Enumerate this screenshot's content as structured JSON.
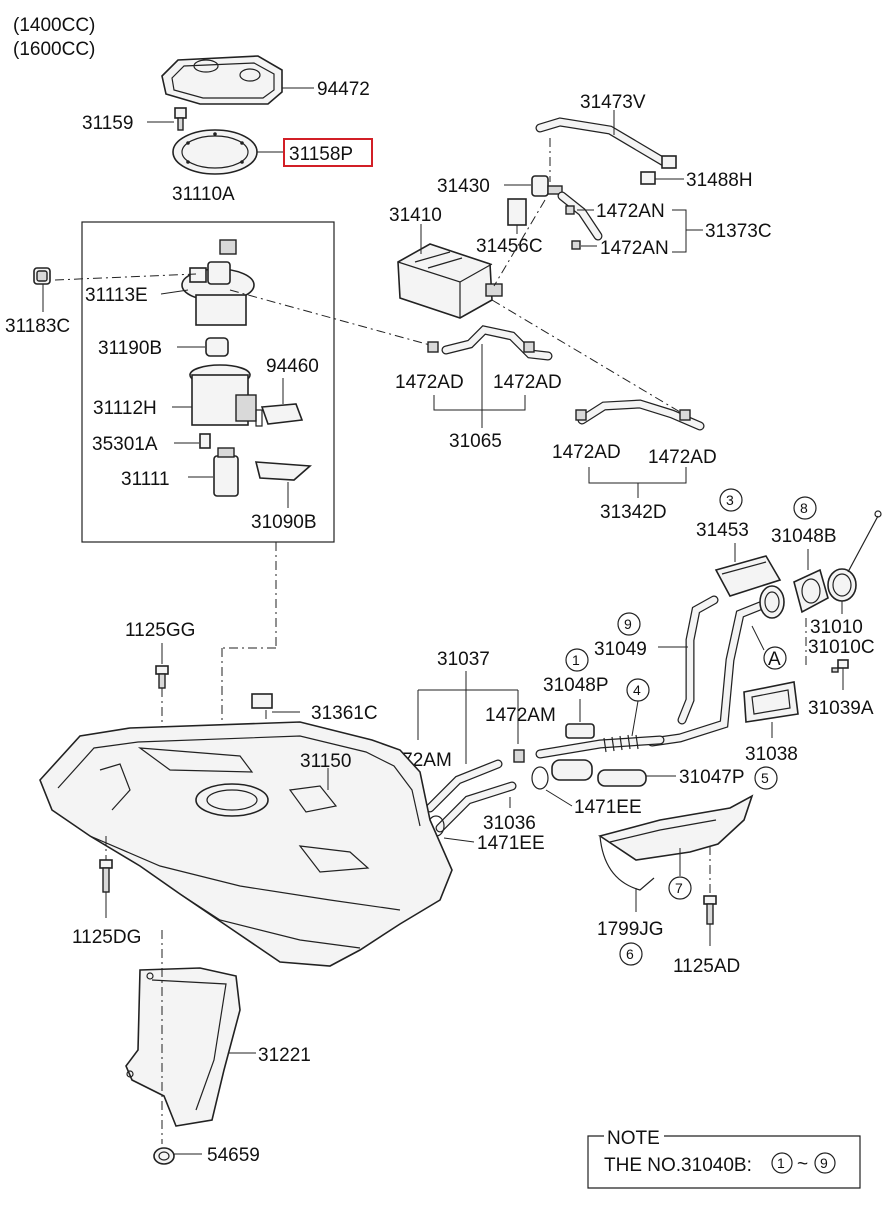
{
  "header": {
    "engine_1": "(1400CC)",
    "engine_2": "(1600CC)"
  },
  "highlighted_part": "31158P",
  "labels": {
    "p94472": "94472",
    "p31159": "31159",
    "p31158P": "31158P",
    "p31110A": "31110A",
    "p31183C": "31183C",
    "p31113E": "31113E",
    "p31190B": "31190B",
    "p94460": "94460",
    "p31112H": "31112H",
    "p35301A": "35301A",
    "p31111": "31111",
    "p31090B": "31090B",
    "p31473V": "31473V",
    "p31488H": "31488H",
    "p31430": "31430",
    "p31410": "31410",
    "p1472AN_a": "1472AN",
    "p1472AN_b": "1472AN",
    "p31373C": "31373C",
    "p31456C": "31456C",
    "p1472AD_a": "1472AD",
    "p1472AD_b": "1472AD",
    "p31065": "31065",
    "p1472AD_c": "1472AD",
    "p1472AD_d": "1472AD",
    "p31342D": "31342D",
    "p31453": "31453",
    "p31048B": "31048B",
    "p31010": "31010",
    "p31010C": "31010C",
    "p31049": "31049",
    "p31048P": "31048P",
    "p31039A": "31039A",
    "p31037": "31037",
    "p1125GG": "1125GG",
    "p31361C": "31361C",
    "p1472AM_a": "1472AM",
    "p1472AM_b": "1472AM",
    "p31150": "31150",
    "p31038": "31038",
    "p31047P": "31047P",
    "p1471EE_a": "1471EE",
    "p1471EE_b": "1471EE",
    "p31036": "31036",
    "p1799JG": "1799JG",
    "p1125AD": "1125AD",
    "p1125DG": "1125DG",
    "p31221": "31221",
    "p54659": "54659",
    "ref_A": "A"
  },
  "circled_refs": {
    "c1": "1",
    "c3": "3",
    "c4": "4",
    "c5": "5",
    "c6": "6",
    "c7": "7",
    "c8": "8",
    "c9": "9"
  },
  "note": {
    "title": "NOTE",
    "text": "THE NO.31040B:",
    "range_start": "1",
    "tilde": "~",
    "range_end": "9"
  }
}
